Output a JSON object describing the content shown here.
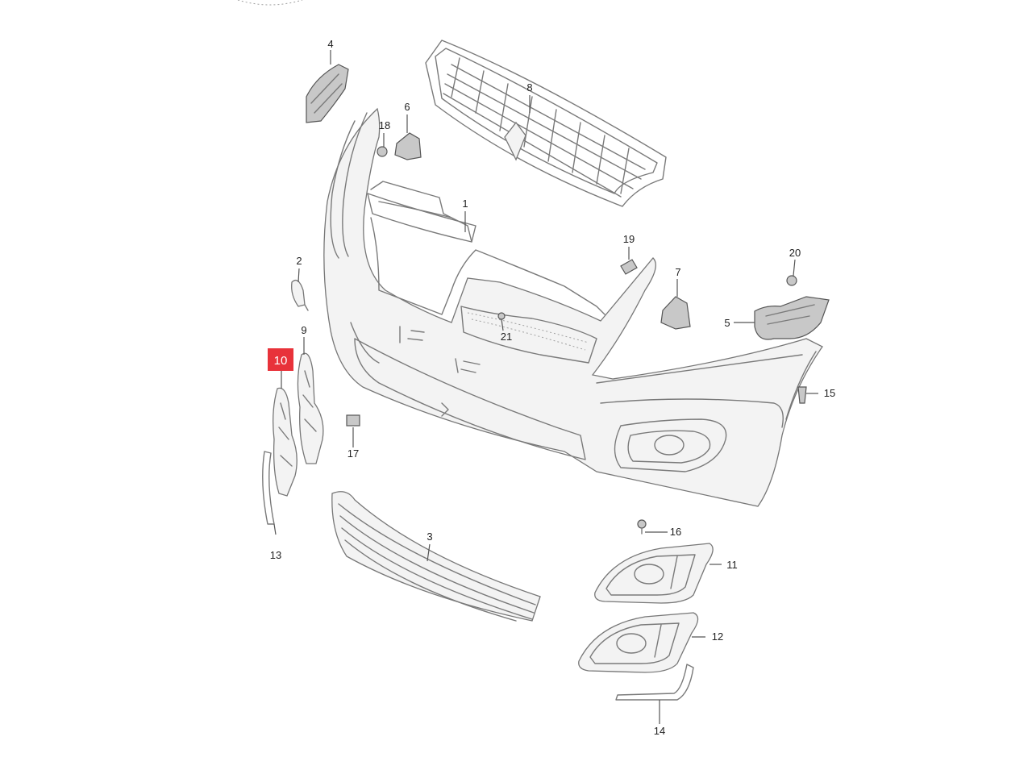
{
  "callouts": {
    "c1": "1",
    "c2": "2",
    "c3": "3",
    "c4": "4",
    "c5": "5",
    "c6": "6",
    "c7": "7",
    "c8": "8",
    "c9": "9",
    "c10": "10",
    "c11": "11",
    "c12": "12",
    "c13": "13",
    "c14": "14",
    "c15": "15",
    "c16": "16",
    "c17": "17",
    "c18": "18",
    "c19": "19",
    "c20": "20",
    "c21": "21"
  },
  "highlight": {
    "part": "10",
    "color": "#e8323a"
  },
  "colors": {
    "line": "#7a7a7a",
    "text": "#222222",
    "background": "#ffffff"
  }
}
